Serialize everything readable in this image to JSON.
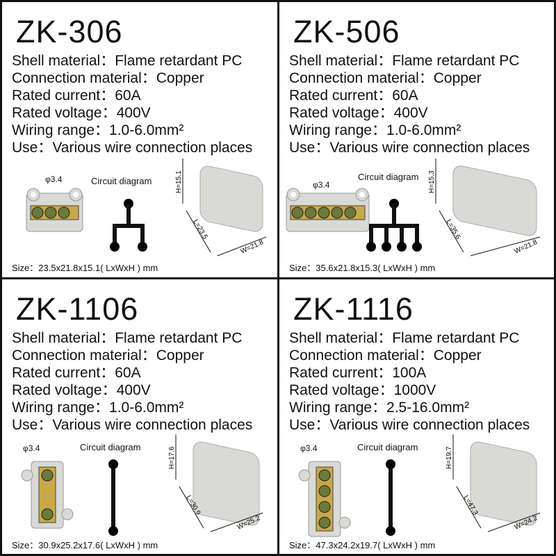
{
  "products": [
    {
      "model": "ZK-306",
      "specs": [
        "Shell material：Flame retardant PC",
        "Connection material：Copper",
        "Rated current：60A",
        "Rated voltage：400V",
        "Wiring range：1.0-6.0mm²",
        "Use：Various wire connection places"
      ],
      "circuit_label": "Circuit diagram",
      "hole": "φ3.4",
      "dim_h": "H=15.1",
      "dim_l": "L=23.5",
      "dim_w": "W=21.8",
      "size": "Size：23.5x21.8x15.1( LxWxH ) mm",
      "outputs": 2,
      "screws": 3,
      "orientation": "horizontal"
    },
    {
      "model": "ZK-506",
      "specs": [
        "Shell material：Flame retardant PC",
        "Connection material：Copper",
        "Rated current：60A",
        "Rated voltage：400V",
        "Wiring range：1.0-6.0mm²",
        "Use：Various wire connection places"
      ],
      "circuit_label": "Circuit diagram",
      "hole": "φ3.4",
      "dim_h": "H=15.3",
      "dim_l": "L=35.6",
      "dim_w": "W=21.8",
      "size": "Size：35.6x21.8x15.3( LxWxH ) mm",
      "outputs": 4,
      "screws": 5,
      "orientation": "horizontal"
    },
    {
      "model": "ZK-1106",
      "specs": [
        "Shell material：Flame retardant PC",
        "Connection material：Copper",
        "Rated current：60A",
        "Rated voltage：400V",
        "Wiring range：1.0-6.0mm²",
        "Use：Various wire connection places"
      ],
      "circuit_label": "Circuit diagram",
      "hole": "φ3.4",
      "dim_h": "H=17.6",
      "dim_l": "L=30.9",
      "dim_w": "W=25.2",
      "size": "Size：30.9x25.2x17.6( LxWxH ) mm",
      "outputs": 1,
      "screws": 2,
      "orientation": "vertical"
    },
    {
      "model": "ZK-1116",
      "specs": [
        "Shell material：Flame retardant PC",
        "Connection material：Copper",
        "Rated current：100A",
        "Rated voltage：1000V",
        "Wiring range：2.5-16.0mm²",
        "Use：Various wire connection places"
      ],
      "circuit_label": "Circuit diagram",
      "hole": "φ3.4",
      "dim_h": "H=19.7",
      "dim_l": "L=47.3",
      "dim_w": "W=24.2",
      "size": "Size：47.3x24.2x19.7( LxWxH ) mm",
      "outputs": 1,
      "screws": 4,
      "orientation": "vertical"
    }
  ],
  "colors": {
    "border": "#111111",
    "shell": "#d9d9d6",
    "brass": "#c9a84a"
  }
}
